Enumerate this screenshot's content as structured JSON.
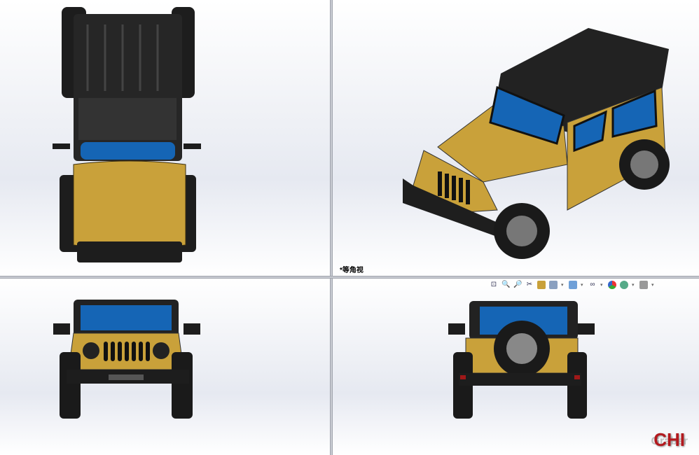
{
  "viewports": {
    "top": {
      "label": ""
    },
    "isometric": {
      "label": "*等角视"
    },
    "front": {
      "label": ""
    },
    "back": {
      "label": ""
    }
  },
  "toolbar": {
    "icons": [
      "zoom-to-fit-icon",
      "zoom-to-area-icon",
      "previous-view-icon",
      "section-view-icon",
      "view-orientation-icon",
      "display-style-icon",
      "hide-show-icon",
      "edit-appearance-icon",
      "apply-scene-icon",
      "view-settings-icon",
      "screen-capture-icon"
    ]
  },
  "watermark": {
    "text": "CHI",
    "sub": "Graber"
  },
  "colors": {
    "body": "#c9a13a",
    "glass": "#1565b5",
    "trim": "#1a1a1a"
  }
}
